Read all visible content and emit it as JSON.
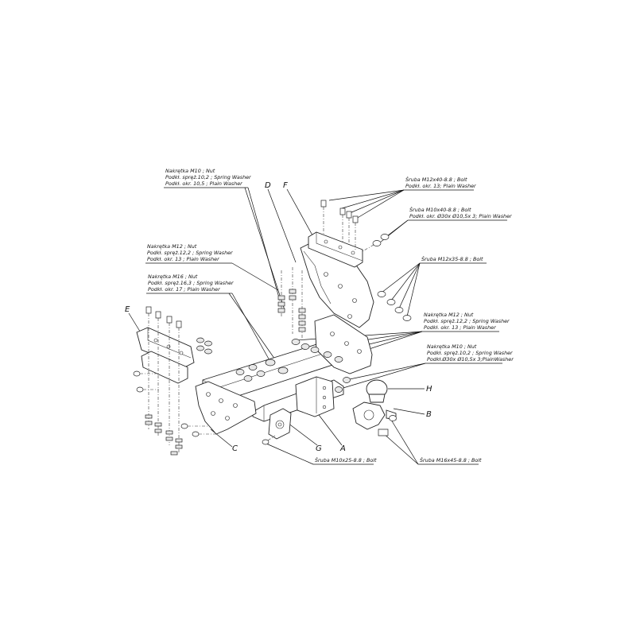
{
  "callouts": {
    "nut_m10_top": {
      "line1": "Nakrętka  M10 ; Nut",
      "line2": "Podkł. spręż.10,2 ; Spring Washer",
      "line3": "Podkł. okr. 10,5 ; Plain Washer"
    },
    "nut_m12_left": {
      "line1": "Nakrętka  M12 ; Nut",
      "line2": "Podkł. spręż.12,2 ; Spring Washer",
      "line3": "Podkł. okr. 13 ; Plain Washer"
    },
    "nut_m16": {
      "line1": "Nakrętka  M16 ; Nut",
      "line2": "Podkł. spręż.16,3 ; Spring Washer",
      "line3": "Podkł. okr. 17 ; Plain Washer"
    },
    "bolt_m12x40": {
      "line1": "Śruba M12x40-8.8 ;  Bolt",
      "line2": "Podkł. okr. 13; Plain Washer"
    },
    "bolt_m10x40": {
      "line1": "Śruba M10x40-8.8 ;  Bolt",
      "line2": "Podkł. okr. Ø30x Ø10,5x 3; Plain Washer"
    },
    "bolt_m12x35": {
      "line1": "Śruba M12x35-8.8 ;  Bolt"
    },
    "nut_m12_right": {
      "line1": "Nakrętka  M12 ; Nut",
      "line2": "Podkł. spręż.12,2 ; Spring Washer",
      "line3": "Podkł. okr. 13 ; Plain Washer"
    },
    "nut_m10_right": {
      "line1": "Nakrętka  M10 ; Nut",
      "line2": "Podkł. spręż.10,2 ; Spring Washer",
      "line3": "Podkł.Ø30x Ø10,5x 3;PlainWasher"
    },
    "bolt_m10x25": {
      "line1": "Śruba M10x25-8.8 ;  Bolt"
    },
    "bolt_m16x45": {
      "line1": "Śruba M16x45-8.8 ;  Bolt"
    }
  },
  "letters": {
    "A": "A",
    "B": "B",
    "C": "C",
    "D": "D",
    "E": "E",
    "F": "F",
    "G": "G",
    "H": "H"
  }
}
